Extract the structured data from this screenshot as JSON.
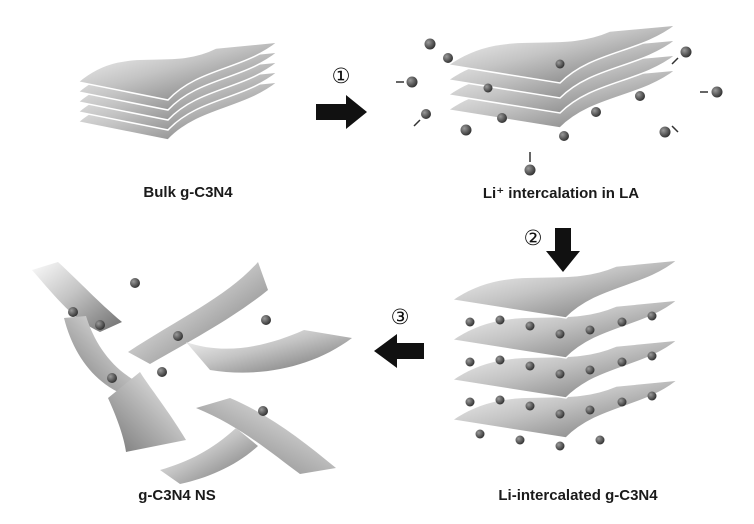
{
  "steps": [
    "①",
    "②",
    "③"
  ],
  "labels": {
    "bulk": "Bulk g-C3N4",
    "intercalation": "Li⁺ intercalation in LA",
    "intercalated": "Li-intercalated g-C3N4",
    "nanosheets": "g-C3N4 NS"
  },
  "colors": {
    "arrow": "#111111",
    "sheet_light": "#f4f4f4",
    "sheet_dark": "#7a7a7a",
    "ion": "#4a4a4a"
  }
}
